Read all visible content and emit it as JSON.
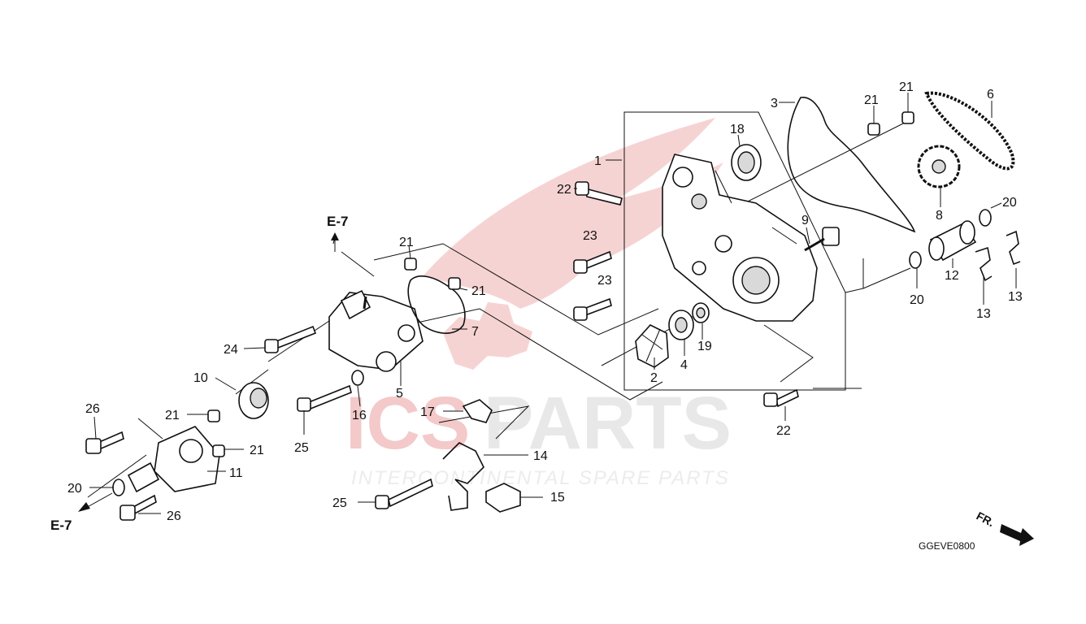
{
  "watermark": {
    "brand_part1": "ICS",
    "brand_part2": "PARTS",
    "tagline": "INTERCONTINENTAL SPARE PARTS"
  },
  "diagram_code": "GGEVE0800",
  "front_indicator": "FR.",
  "cross_references": [
    "E-7",
    "E-7"
  ],
  "callouts": [
    {
      "id": "c1",
      "text": "1"
    },
    {
      "id": "c2",
      "text": "2"
    },
    {
      "id": "c3",
      "text": "3"
    },
    {
      "id": "c4",
      "text": "4"
    },
    {
      "id": "c5",
      "text": "5"
    },
    {
      "id": "c6",
      "text": "6"
    },
    {
      "id": "c7",
      "text": "7"
    },
    {
      "id": "c8",
      "text": "8"
    },
    {
      "id": "c9",
      "text": "9"
    },
    {
      "id": "c10",
      "text": "10"
    },
    {
      "id": "c11",
      "text": "11"
    },
    {
      "id": "c12",
      "text": "12"
    },
    {
      "id": "c13a",
      "text": "13"
    },
    {
      "id": "c13b",
      "text": "13"
    },
    {
      "id": "c14",
      "text": "14"
    },
    {
      "id": "c15",
      "text": "15"
    },
    {
      "id": "c16",
      "text": "16"
    },
    {
      "id": "c17",
      "text": "17"
    },
    {
      "id": "c18",
      "text": "18"
    },
    {
      "id": "c19",
      "text": "19"
    },
    {
      "id": "c20a",
      "text": "20"
    },
    {
      "id": "c20b",
      "text": "20"
    },
    {
      "id": "c20c",
      "text": "20"
    },
    {
      "id": "c21a",
      "text": "21"
    },
    {
      "id": "c21b",
      "text": "21"
    },
    {
      "id": "c21c",
      "text": "21"
    },
    {
      "id": "c21d",
      "text": "21"
    },
    {
      "id": "c21e",
      "text": "21"
    },
    {
      "id": "c21f",
      "text": "21"
    },
    {
      "id": "c22a",
      "text": "22"
    },
    {
      "id": "c22b",
      "text": "22"
    },
    {
      "id": "c23a",
      "text": "23"
    },
    {
      "id": "c23b",
      "text": "23"
    },
    {
      "id": "c24",
      "text": "24"
    },
    {
      "id": "c25a",
      "text": "25"
    },
    {
      "id": "c25b",
      "text": "25"
    },
    {
      "id": "c26a",
      "text": "26"
    },
    {
      "id": "c26b",
      "text": "26"
    }
  ]
}
